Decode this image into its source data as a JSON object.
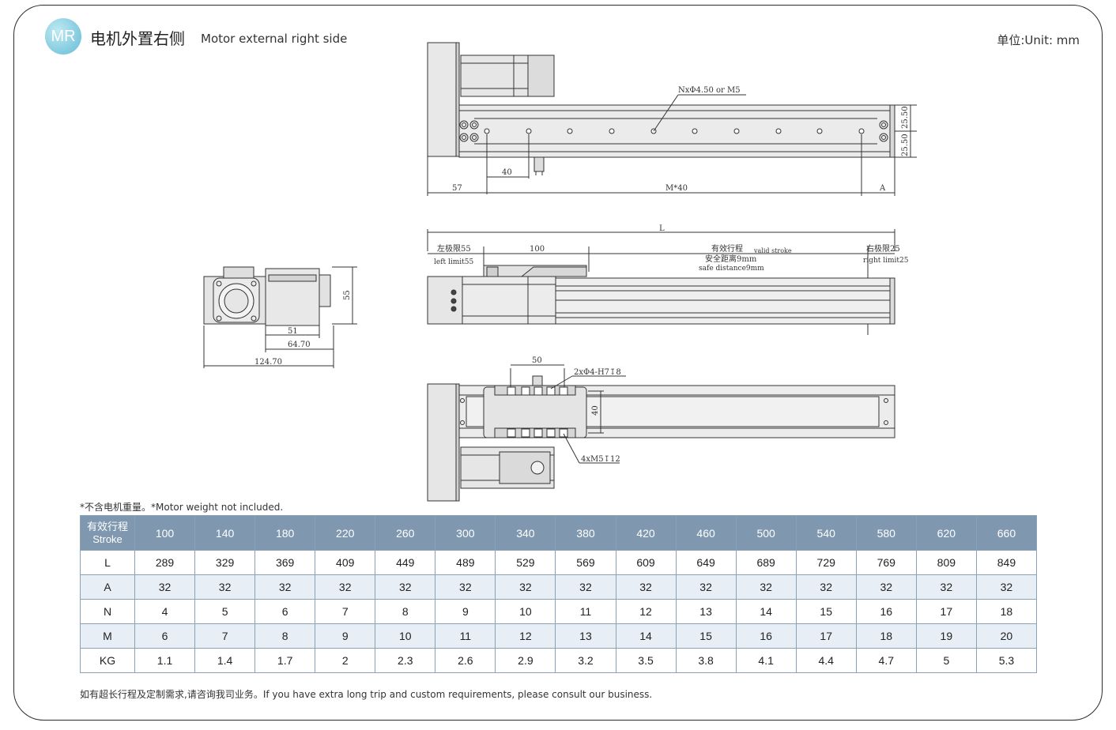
{
  "header": {
    "badge": "MR",
    "title_cn": "电机外置右侧",
    "title_en": "Motor external right side",
    "unit": "单位:Unit: mm"
  },
  "drawing": {
    "top_view": {
      "hole_note": "NxΦ4.50 or M5",
      "dim_40": "40",
      "dim_57": "57",
      "dim_m40": "M*40",
      "dim_a": "A",
      "dim_2550_top": "25.50",
      "dim_2550_bottom": "25.50"
    },
    "side_view": {
      "dim_l": "L",
      "left_limit_cn": "左极限55",
      "left_limit_en": "left limit55",
      "dim_100": "100",
      "stroke_cn": "有效行程",
      "stroke_en": "valid stroke",
      "safe_cn": "安全距离9mm",
      "safe_en": "safe distance9mm",
      "right_limit_cn": "右极限25",
      "right_limit_en": "right limit25"
    },
    "end_view": {
      "dim_55": "55",
      "dim_51": "51",
      "dim_6470": "64.70",
      "dim_12470": "124.70"
    },
    "bottom_view": {
      "dim_50": "50",
      "pin_note": "2xΦ4-H7↧8",
      "dim_40": "40",
      "thread_note": "4xM5↧12"
    }
  },
  "note": "*不含电机重量。*Motor weight not included.",
  "table": {
    "header_cn": "有效行程",
    "header_en": "Stroke",
    "strokes": [
      "100",
      "140",
      "180",
      "220",
      "260",
      "300",
      "340",
      "380",
      "420",
      "460",
      "500",
      "540",
      "580",
      "620",
      "660"
    ],
    "rows": [
      {
        "label": "L",
        "values": [
          "289",
          "329",
          "369",
          "409",
          "449",
          "489",
          "529",
          "569",
          "609",
          "649",
          "689",
          "729",
          "769",
          "809",
          "849"
        ]
      },
      {
        "label": "A",
        "values": [
          "32",
          "32",
          "32",
          "32",
          "32",
          "32",
          "32",
          "32",
          "32",
          "32",
          "32",
          "32",
          "32",
          "32",
          "32"
        ]
      },
      {
        "label": "N",
        "values": [
          "4",
          "5",
          "6",
          "7",
          "8",
          "9",
          "10",
          "11",
          "12",
          "13",
          "14",
          "15",
          "16",
          "17",
          "18"
        ]
      },
      {
        "label": "M",
        "values": [
          "6",
          "7",
          "8",
          "9",
          "10",
          "11",
          "12",
          "13",
          "14",
          "15",
          "16",
          "17",
          "18",
          "19",
          "20"
        ]
      },
      {
        "label": "KG",
        "values": [
          "1.1",
          "1.4",
          "1.7",
          "2",
          "2.3",
          "2.6",
          "2.9",
          "3.2",
          "3.5",
          "3.8",
          "4.1",
          "4.4",
          "4.7",
          "5",
          "5.3"
        ]
      }
    ]
  },
  "footer": "如有超长行程及定制需求,请咨询我司业务。If you have extra long trip and custom requirements, please consult our business."
}
